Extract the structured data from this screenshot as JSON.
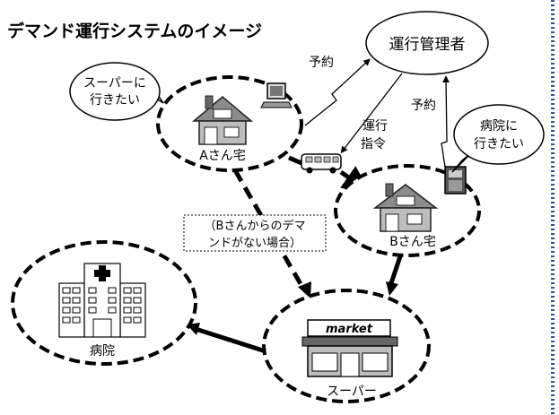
{
  "title": "デマンド運行システムのイメージ",
  "manager": "運行管理者",
  "yoyaku_a": "予約",
  "yoyaku_b": "予約",
  "dispatch": [
    "運行",
    "指令"
  ],
  "house_a": "Aさん宅",
  "house_b": "Bさん宅",
  "bubble_a": [
    "スーパーに",
    "行きたい"
  ],
  "bubble_b": [
    "病院に",
    "行きたい"
  ],
  "note": [
    "（Bさんからのデマ",
    "ンドがない場合）"
  ],
  "hospital": "病院",
  "super": "スーパー",
  "market": "market"
}
